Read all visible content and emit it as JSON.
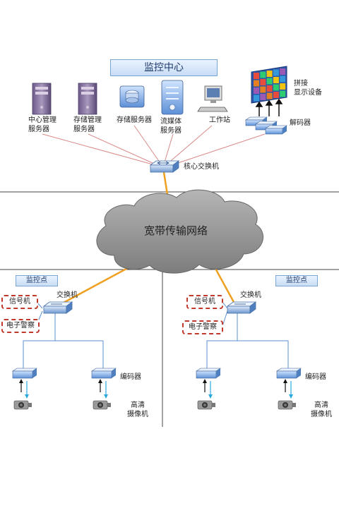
{
  "center": {
    "title": "监控中心",
    "devices": [
      {
        "label": "中心管理\n服务器",
        "icon": "server-tower-icon"
      },
      {
        "label": "存储管理\n服务器",
        "icon": "server-tower-icon"
      },
      {
        "label": "存储服务器",
        "icon": "storage-server-icon"
      },
      {
        "label": "流媒体\n服务器",
        "icon": "streaming-server-icon"
      },
      {
        "label": "工作站",
        "icon": "workstation-icon"
      }
    ],
    "video_wall_label": "拼接\n显示设备",
    "decoder_label": "解码器",
    "core_switch_label": "核心交换机"
  },
  "network": {
    "label": "宽带传输网络"
  },
  "sites": [
    {
      "title": "监控点",
      "switch_label": "交换机",
      "signal_label": "信号机",
      "police_label": "电子警察",
      "encoder_label": "编码器",
      "camera_label": "高清\n摄像机"
    },
    {
      "title": "监控点",
      "switch_label": "交换机",
      "signal_label": "信号机",
      "police_label": "电子警察",
      "encoder_label": "编码器",
      "camera_label": "高清\n摄像机"
    }
  ],
  "colors": {
    "uplink": "#f0a020",
    "center_links": "#d98a8a",
    "dashed_box": "#c0392b",
    "lan": "#5a8fd0"
  }
}
